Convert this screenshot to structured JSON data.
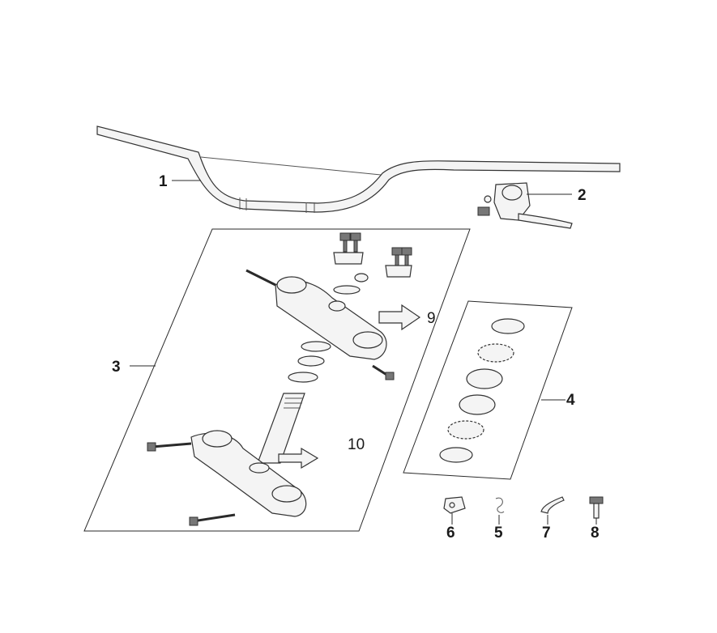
{
  "labels": {
    "p1": "1",
    "p2": "2",
    "p3": "3",
    "p4": "4",
    "p5": "5",
    "p6": "6",
    "p7": "7",
    "p8": "8",
    "p9": "9",
    "p10": "10"
  },
  "colors": {
    "line": "#2a2a2a",
    "part_fill": "#f4f4f4",
    "background": "#ffffff"
  }
}
